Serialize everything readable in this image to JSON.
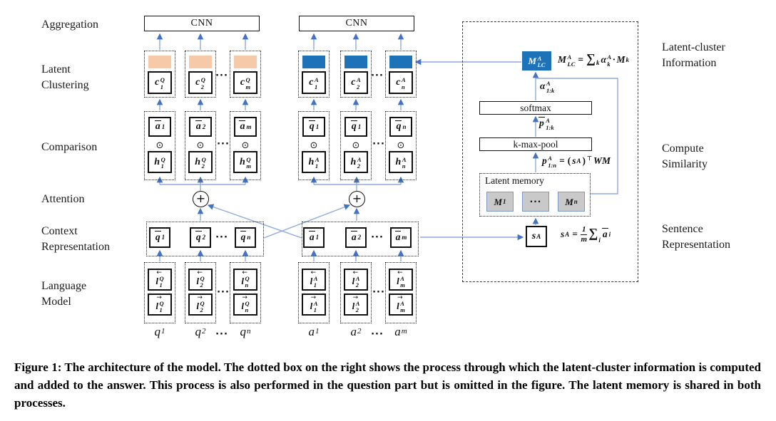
{
  "colors": {
    "accent_blue": "#1e73b8",
    "bar_peach": "#f6c9a9",
    "line_blue": "#8faadc",
    "arrowhead_blue": "#4472c4",
    "memory_gray": "#c9c9c9"
  },
  "labels": {
    "aggregation": "Aggregation",
    "latent_clustering": [
      "Latent",
      "Clustering"
    ],
    "comparison": "Comparison",
    "attention": "Attention",
    "context": [
      "Context",
      "Representation"
    ],
    "language_model": [
      "Language",
      "Model"
    ],
    "latent_cluster_info": [
      "Latent-cluster",
      "Information"
    ],
    "compute_similarity": [
      "Compute",
      "Similarity"
    ],
    "sentence_representation": [
      "Sentence",
      "Representation"
    ]
  },
  "boxes": {
    "cnn_q": "CNN",
    "cnn_a": "CNN",
    "softmax": "softmax",
    "kmaxpool": "k-max-pool",
    "latent_memory": "Latent memory"
  },
  "symbols": {
    "dots": "···",
    "odot": "⊙",
    "plus": "+",
    "mem_dots": "···"
  },
  "math": {
    "latent_q": [
      {
        "base": "c",
        "sup": "Q",
        "sub": "1"
      },
      {
        "base": "c",
        "sup": "Q",
        "sub": "2"
      },
      {
        "base": "c",
        "sup": "Q",
        "sub": "m"
      }
    ],
    "latent_a": [
      {
        "base": "c",
        "sup": "A",
        "sub": "1"
      },
      {
        "base": "c",
        "sup": "A",
        "sub": "2"
      },
      {
        "base": "c",
        "sup": "A",
        "sub": "n"
      }
    ],
    "comp_q_top": [
      {
        "bar": true,
        "base": "a",
        "sub": "1"
      },
      {
        "bar": true,
        "base": "a",
        "sub": "2"
      },
      {
        "bar": true,
        "base": "a",
        "sub": "m"
      }
    ],
    "comp_q_bot": [
      {
        "base": "h",
        "sup": "Q",
        "sub": "1"
      },
      {
        "base": "h",
        "sup": "Q",
        "sub": "2"
      },
      {
        "base": "h",
        "sup": "Q",
        "sub": "m"
      }
    ],
    "comp_a_top": [
      {
        "bar": true,
        "base": "q",
        "sub": "1"
      },
      {
        "bar": true,
        "base": "q",
        "sub": "1"
      },
      {
        "bar": true,
        "base": "q",
        "sub": "n"
      }
    ],
    "comp_a_bot": [
      {
        "base": "h",
        "sup": "A",
        "sub": "1"
      },
      {
        "base": "h",
        "sup": "A",
        "sub": "2"
      },
      {
        "base": "h",
        "sup": "A",
        "sub": "n"
      }
    ],
    "ctx_q": [
      {
        "bar": true,
        "base": "q",
        "sub": "1"
      },
      {
        "bar": true,
        "base": "q",
        "sub": "2"
      },
      {
        "bar": true,
        "base": "q",
        "sub": "n"
      }
    ],
    "ctx_a": [
      {
        "bar": true,
        "base": "a",
        "sub": "1"
      },
      {
        "bar": true,
        "base": "a",
        "sub": "2"
      },
      {
        "bar": true,
        "base": "a",
        "sub": "m"
      }
    ],
    "lm_q_top": [
      {
        "dir": "←",
        "base": "l",
        "sup": "Q",
        "sub": "1"
      },
      {
        "dir": "←",
        "base": "l",
        "sup": "Q",
        "sub": "2"
      },
      {
        "dir": "←",
        "base": "l",
        "sup": "Q",
        "sub": "n"
      }
    ],
    "lm_q_bot": [
      {
        "dir": "→",
        "base": "l",
        "sup": "Q",
        "sub": "1"
      },
      {
        "dir": "→",
        "base": "l",
        "sup": "Q",
        "sub": "2"
      },
      {
        "dir": "→",
        "base": "l",
        "sup": "Q",
        "sub": "n"
      }
    ],
    "lm_a_top": [
      {
        "dir": "←",
        "base": "l",
        "sup": "A",
        "sub": "1"
      },
      {
        "dir": "←",
        "base": "l",
        "sup": "A",
        "sub": "2"
      },
      {
        "dir": "←",
        "base": "l",
        "sup": "A",
        "sub": "m"
      }
    ],
    "lm_a_bot": [
      {
        "dir": "→",
        "base": "l",
        "sup": "A",
        "sub": "1"
      },
      {
        "dir": "→",
        "base": "l",
        "sup": "A",
        "sub": "2"
      },
      {
        "dir": "→",
        "base": "l",
        "sup": "A",
        "sub": "m"
      }
    ],
    "q_words": [
      {
        "base": "q",
        "sub": "1"
      },
      {
        "base": "q",
        "sub": "2"
      },
      {
        "base": "q",
        "sub": "n"
      }
    ],
    "a_words": [
      {
        "base": "a",
        "sub": "1"
      },
      {
        "base": "a",
        "sub": "2"
      },
      {
        "base": "a",
        "sub": "m"
      }
    ],
    "mlc": {
      "base": "M",
      "sup": "A",
      "sub": "LC"
    },
    "alpha": {
      "base": "α",
      "sup": "A",
      "sub": "1:k"
    },
    "pbar": {
      "bar": true,
      "base": "p",
      "sup": "A",
      "sub": "1:k"
    },
    "mem_1": {
      "base": "M",
      "sub": "1"
    },
    "mem_n": {
      "base": "M",
      "sub": "n"
    },
    "s": {
      "base": "s",
      "sup": "A"
    }
  },
  "formulas": {
    "mlc": {
      "lhs": {
        "base": "M",
        "sup": "A",
        "sub": "LC"
      },
      "eq": "=",
      "sum": "∑",
      "sum_sub": "k",
      "alpha": {
        "base": "α",
        "sup": "A",
        "sub": "k"
      },
      "cdot": "·",
      "rhs": {
        "base": "M",
        "sub": "k"
      }
    },
    "p": {
      "lhs": {
        "base": "p",
        "sup": "A",
        "sub": "1:n"
      },
      "eq": "=",
      "open": "(",
      "s": {
        "base": "s",
        "sup": "A"
      },
      "close": ")",
      "transpose": "⊤",
      "wm": "WM"
    },
    "s": {
      "lhs": {
        "base": "s",
        "sup": "A"
      },
      "eq": "=",
      "num": "1",
      "den": "m",
      "sum": "∑",
      "sum_sub": "i",
      "rhs": {
        "bar": true,
        "base": "a",
        "sub": "i"
      }
    }
  },
  "caption": "Figure 1: The architecture of the model. The dotted box on the right shows the process through which the latent-cluster information is computed and added to the answer. This process is also performed in the question part but is omitted in the figure. The latent memory is shared in both processes."
}
